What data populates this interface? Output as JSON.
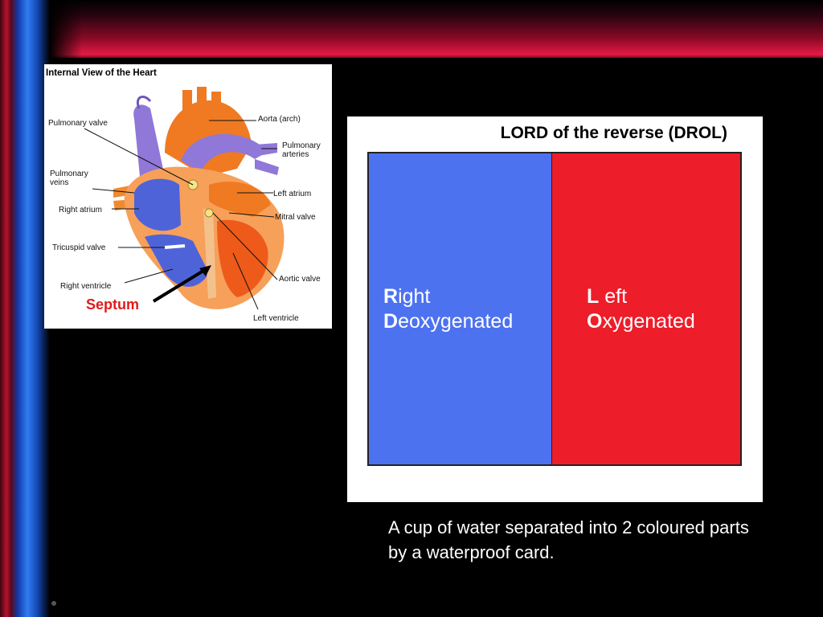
{
  "heart_panel": {
    "title": "Internal View of the Heart",
    "labels": {
      "pulmonary_valve": "Pulmonary valve",
      "pulmonary_veins": "Pulmonary veins",
      "right_atrium": "Right atrium",
      "tricuspid_valve": "Tricuspid valve",
      "right_ventricle": "Right ventricle",
      "aorta_arch": "Aorta (arch)",
      "pulmonary_arteries": "Pulmonary arteries",
      "left_atrium": "Left atrium",
      "mitral_valve": "Mitral valve",
      "aortic_valve": "Aortic valve",
      "left_ventricle": "Left ventricle"
    },
    "septum_label": "Septum"
  },
  "card": {
    "title": "LORD of the reverse (DROL)",
    "left": {
      "line1_initial": "R",
      "line1_rest": "ight",
      "line2_initial": "D",
      "line2_rest": "eoxygenated",
      "color": "#4d72f0"
    },
    "right": {
      "line1_initial": "L",
      "line1_rest": "eft",
      "line2_initial": "O",
      "line2_rest": "xygenated",
      "color": "#ee1d2a"
    }
  },
  "caption": "A cup of water separated into 2 coloured parts by a waterproof card."
}
